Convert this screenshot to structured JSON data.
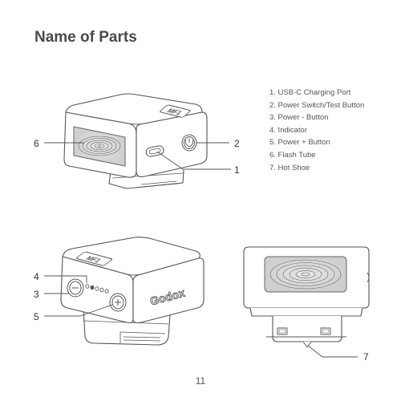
{
  "title": "Name of Parts",
  "parts": [
    {
      "number": "1",
      "text": "1. USB-C Charging Port"
    },
    {
      "number": "2",
      "text": "2. Power Switch/Test Button"
    },
    {
      "number": "3",
      "text": "3. Power - Button"
    },
    {
      "number": "4",
      "text": "4. Indicator"
    },
    {
      "number": "5",
      "text": "5. Power + Button"
    },
    {
      "number": "6",
      "text": "6. Flash Tube"
    },
    {
      "number": "7",
      "text": "7. Hot Shoe"
    }
  ],
  "callouts": {
    "c1": "1",
    "c2": "2",
    "c3": "3",
    "c4": "4",
    "c5": "5",
    "c6": "6",
    "c7": "7"
  },
  "device": {
    "brand_logo": "Godox",
    "model_logo": "MF1"
  },
  "page_number": "11"
}
